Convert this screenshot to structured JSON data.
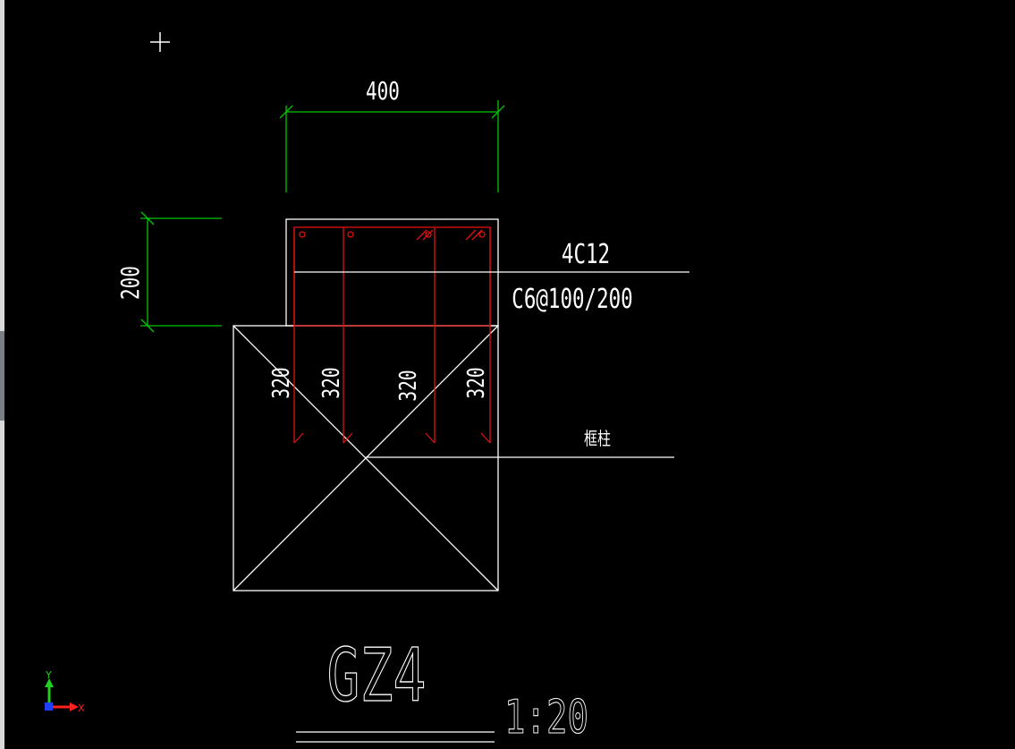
{
  "colors": {
    "background": "#000000",
    "outline": "#ffffff",
    "dimension": "#00c800",
    "rebar": "#e01010",
    "ucs_x": "#ff2020",
    "ucs_y": "#20d020",
    "ucs_origin": "#2040ff"
  },
  "drawing": {
    "dimensions": {
      "width_label": "400",
      "height_label": "200"
    },
    "callouts": {
      "main_bar": "4C12",
      "stirrup": "C6@100/200",
      "column_note": "框柱"
    },
    "anchor_lengths": [
      "320",
      "320",
      "320",
      "320"
    ],
    "title": "GZ4",
    "scale": "1:20"
  },
  "ucs_icon": {
    "x_label": "X",
    "y_label": "Y"
  },
  "cursor": "crosshair-cursor"
}
